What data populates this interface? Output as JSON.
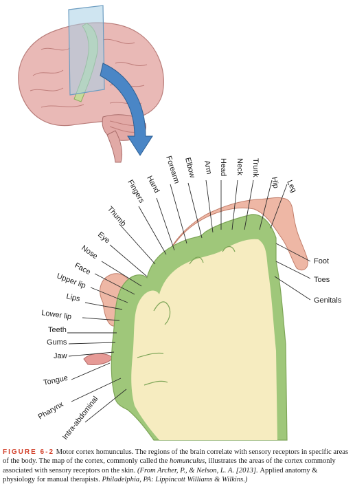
{
  "labels_angled": [
    {
      "name": "leg",
      "text": "Leg"
    },
    {
      "name": "hip",
      "text": "Hip"
    },
    {
      "name": "trunk",
      "text": "Trunk"
    },
    {
      "name": "neck",
      "text": "Neck"
    },
    {
      "name": "head",
      "text": "Head"
    },
    {
      "name": "arm",
      "text": "Arm"
    },
    {
      "name": "elbow",
      "text": "Elbow"
    },
    {
      "name": "forearm",
      "text": "Forearm"
    },
    {
      "name": "hand",
      "text": "Hand"
    },
    {
      "name": "fingers",
      "text": "Fingers"
    },
    {
      "name": "thumb",
      "text": "Thumb"
    },
    {
      "name": "eye",
      "text": "Eye"
    },
    {
      "name": "nose",
      "text": "Nose"
    },
    {
      "name": "face",
      "text": "Face"
    },
    {
      "name": "upper-lip",
      "text": "Upper lip"
    },
    {
      "name": "lips",
      "text": "Lips"
    },
    {
      "name": "lower-lip",
      "text": "Lower lip"
    },
    {
      "name": "teeth",
      "text": "Teeth"
    },
    {
      "name": "gums",
      "text": "Gums"
    },
    {
      "name": "jaw",
      "text": "Jaw"
    },
    {
      "name": "tongue",
      "text": "Tongue"
    },
    {
      "name": "pharynx",
      "text": "Pharynx"
    },
    {
      "name": "intra-abdominal",
      "text": "Intra-abdominal"
    }
  ],
  "labels_right": [
    {
      "name": "foot",
      "text": "Foot"
    },
    {
      "name": "toes",
      "text": "Toes"
    },
    {
      "name": "genitals",
      "text": "Genitals"
    }
  ],
  "caption": {
    "figure_label": "FIGURE 6-2",
    "text_1": " Motor cortex homunculus. The regions of the brain correlate with sensory receptors in specific areas of the body. The map of the cortex, commonly called the ",
    "homunculus": "homunculus",
    "text_2": ", illustrates the areas of the cortex commonly associated with sensory receptors on the skin. ",
    "citation": "(From Archer, P., & Nelson, L. A. [2013]. ",
    "text_3": "Applied anatomy & physiology for manual therapists. ",
    "citation_2": "Philadelphia, PA: Lippincott Williams & Wilkins.)"
  },
  "colors": {
    "cortex_green": "#9fc77a",
    "white_matter": "#f6ecc0",
    "homunculus_skin": "#eeb7a5",
    "brain_pink": "#e7b5b3",
    "arrow_blue": "#3f7fbf",
    "caption_red": "#d2412b"
  }
}
